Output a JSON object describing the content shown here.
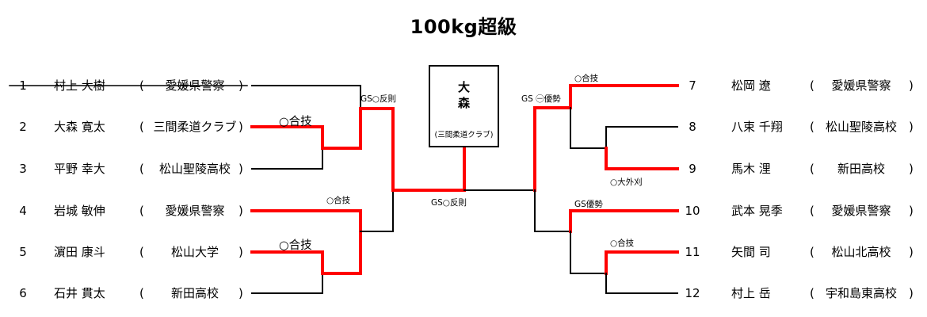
{
  "title": "100kg超級",
  "champion": {
    "name_line1": "大",
    "name_line2": "森",
    "affiliation": "(三間柔道クラブ)"
  },
  "players_left": [
    {
      "num": "1",
      "name": "村上 大樹",
      "affiliation": "愛媛県警察",
      "paren_open": "(",
      "paren_close": ")",
      "struck": true
    },
    {
      "num": "2",
      "name": "大森 寛太",
      "affiliation": "三間柔道クラブ",
      "paren_open": "(",
      "paren_close": ")",
      "struck": false
    },
    {
      "num": "3",
      "name": "平野 幸大",
      "affiliation": "松山聖陵高校",
      "paren_open": "(",
      "paren_close": ")",
      "struck": false
    },
    {
      "num": "4",
      "name": "岩城 敏伸",
      "affiliation": "愛媛県警察",
      "paren_open": "(",
      "paren_close": ")",
      "struck": false
    },
    {
      "num": "5",
      "name": "濵田 康斗",
      "affiliation": "松山大学",
      "paren_open": "(",
      "paren_close": ")",
      "struck": false
    },
    {
      "num": "6",
      "name": "石井 貫太",
      "affiliation": "新田高校",
      "paren_open": "(",
      "paren_close": ")",
      "struck": false
    }
  ],
  "players_right": [
    {
      "num": "7",
      "name": "松岡 遼",
      "affiliation": "愛媛県警察",
      "paren_open": "(",
      "paren_close": ")"
    },
    {
      "num": "8",
      "name": "八束 千翔",
      "affiliation": "松山聖陵高校",
      "paren_open": "(",
      "paren_close": ")"
    },
    {
      "num": "9",
      "name": "馬木 浬",
      "affiliation": "新田高校",
      "paren_open": "(",
      "paren_close": ")"
    },
    {
      "num": "10",
      "name": "武本 晃季",
      "affiliation": "愛媛県警察",
      "paren_open": "(",
      "paren_close": ")"
    },
    {
      "num": "11",
      "name": "矢間 司",
      "affiliation": "松山北高校",
      "paren_open": "(",
      "paren_close": ")"
    },
    {
      "num": "12",
      "name": "村上 岳",
      "affiliation": "宇和島東高校",
      "paren_open": "(",
      "paren_close": ")"
    }
  ],
  "results": {
    "r2v3": "○合技",
    "r5v6": "○合技",
    "r4v56": "○合技",
    "semi_left": "GS○反則",
    "final": "GS○反則",
    "r7": "○合技",
    "r8v9": "○大外刈",
    "semi_right": "GS ㊀優勢",
    "r10": "GS優勢",
    "r11v12": "○合技"
  },
  "colors": {
    "winner_line": "#ff0000",
    "line": "#000000"
  }
}
